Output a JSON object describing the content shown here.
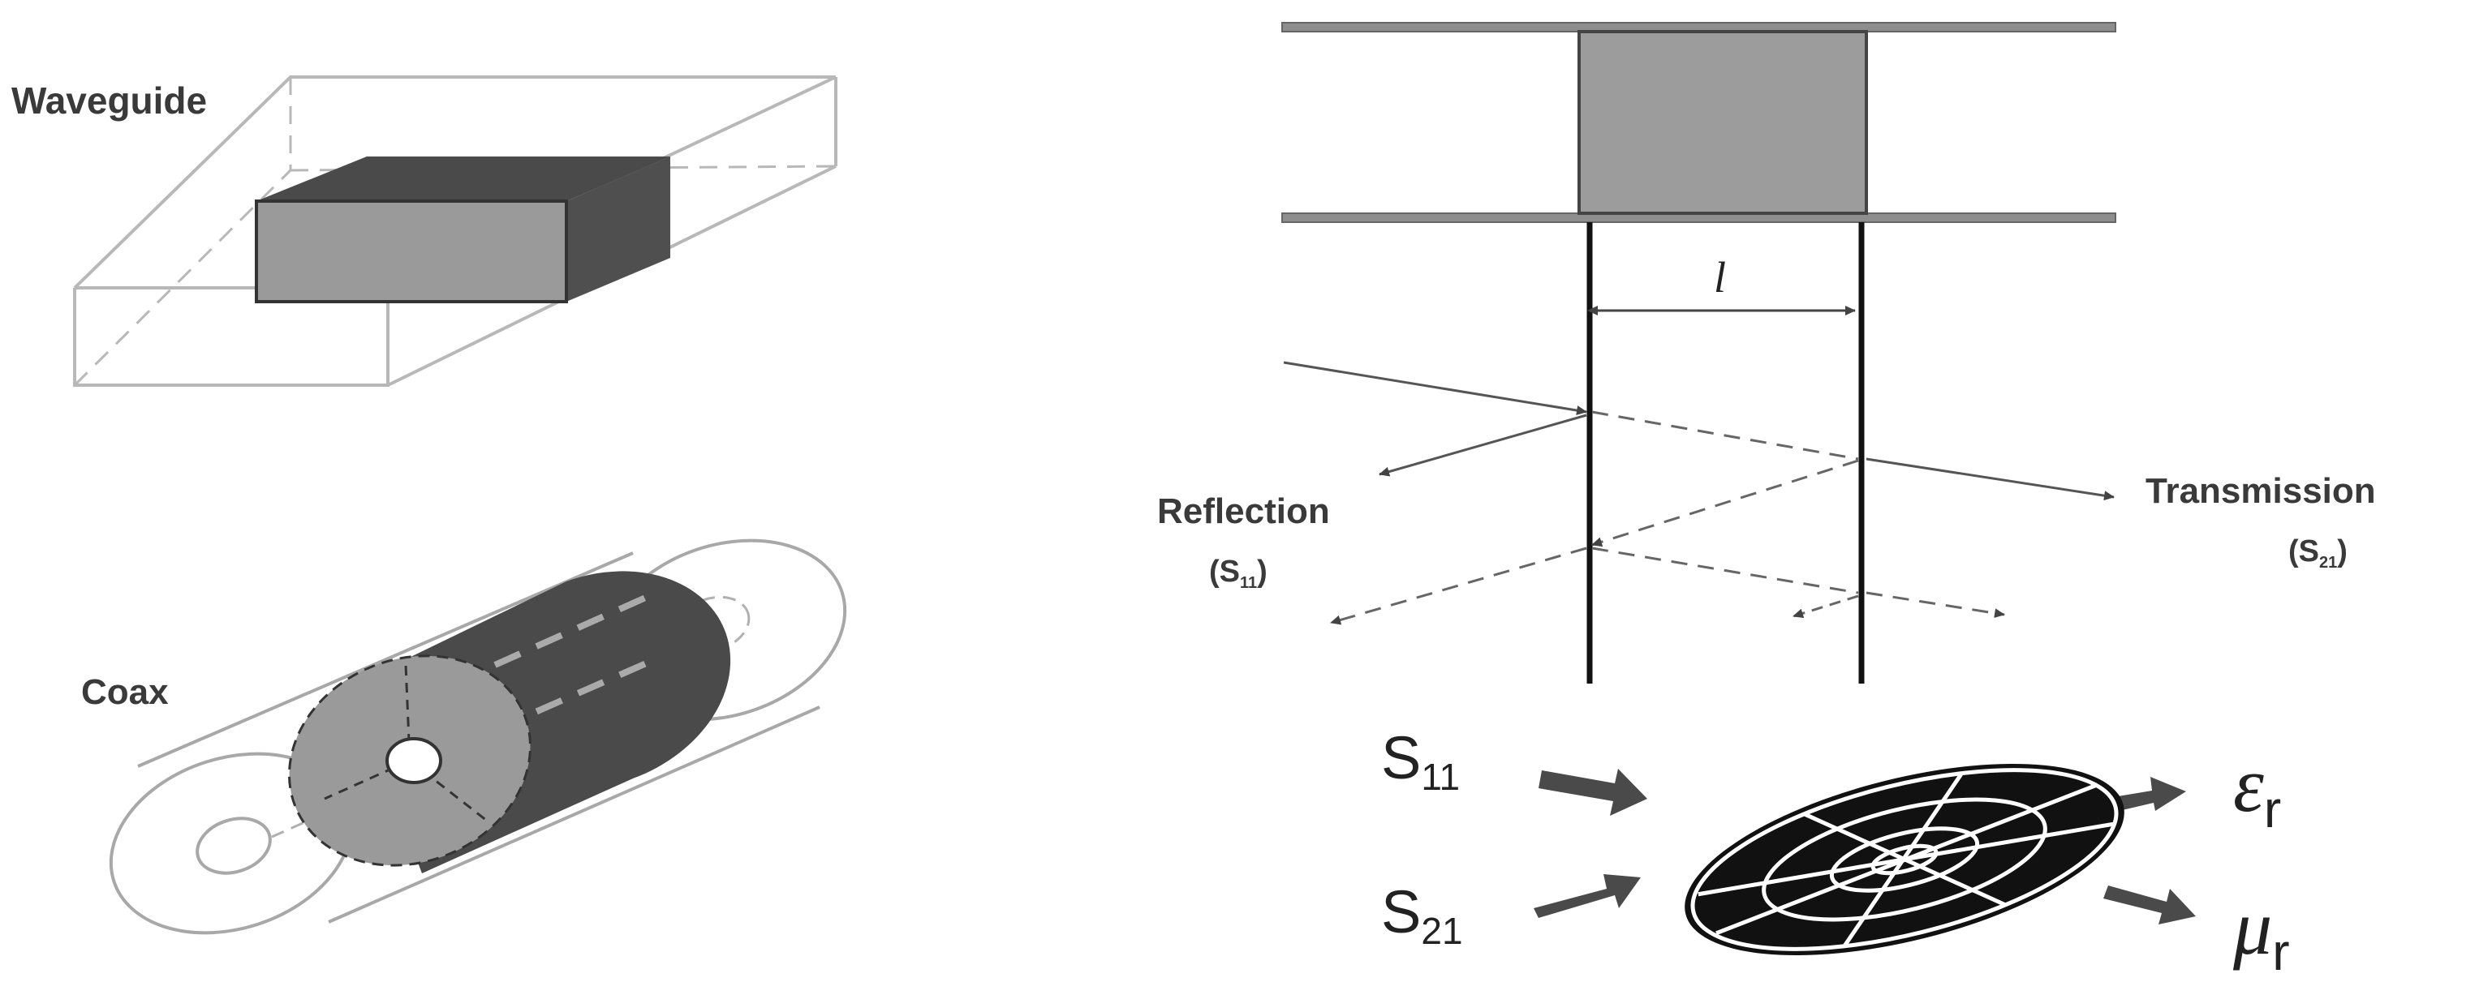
{
  "labels": {
    "waveguide": "Waveguide",
    "coax": "Coax",
    "length": "l",
    "reflection": "Reflection",
    "reflection_param": "(S11)",
    "transmission": "Transmission",
    "transmission_param": "(S21)"
  },
  "flow": {
    "s11": {
      "base": "S",
      "sub": "11"
    },
    "s21": {
      "base": "S",
      "sub": "21"
    },
    "eps": {
      "base": "ε",
      "sub": "r"
    },
    "mu": {
      "base": "μ",
      "sub": "r"
    }
  },
  "colors": {
    "sample_dark": "#4a4a4a",
    "sample_mid": "#9a9a9a",
    "outline": "#b0b0b0",
    "slab": "#9c9c9c"
  }
}
